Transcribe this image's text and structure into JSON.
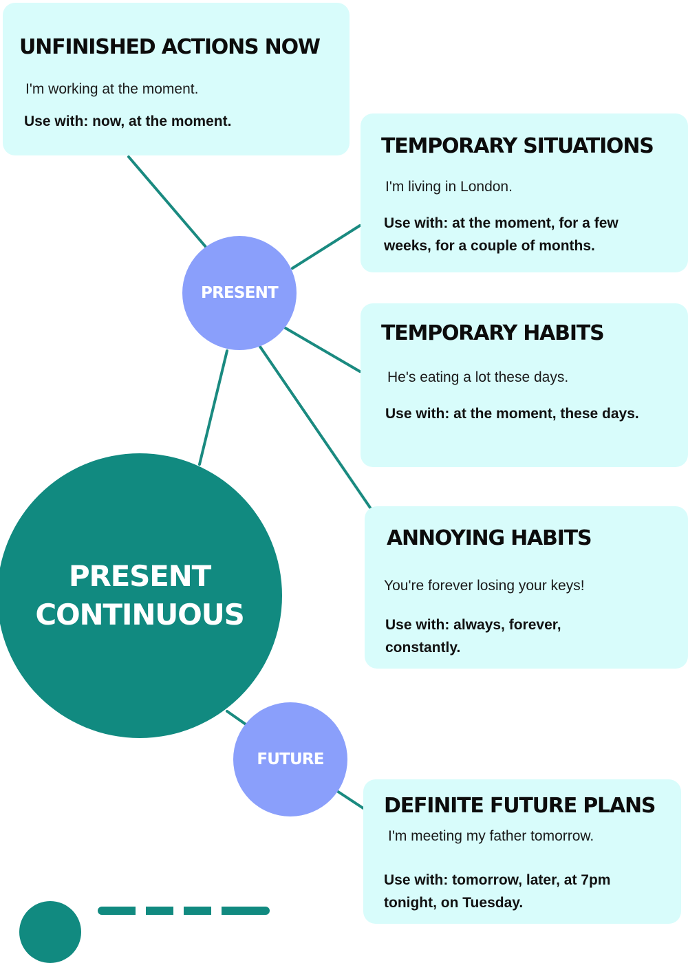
{
  "center": {
    "line1": "PRESENT",
    "line2": "CONTINUOUS"
  },
  "nodes": {
    "present": "PRESENT",
    "future": "FUTURE"
  },
  "cards": [
    {
      "title": "UNFINISHED ACTIONS NOW",
      "example": "I'm working at the moment.",
      "usage": "Use with: now, at the moment."
    },
    {
      "title": "TEMPORARY SITUATIONS",
      "example": "I'm living in London.",
      "usage": "Use with: at the moment, for a few weeks, for a couple of months."
    },
    {
      "title": "TEMPORARY HABITS",
      "example": "He's eating a lot these days.",
      "usage": "Use with: at the moment, these days."
    },
    {
      "title": "ANNOYING HABITS",
      "example": "You're forever losing your keys!",
      "usage": "Use with: always, forever, constantly."
    },
    {
      "title": "DEFINITE FUTURE PLANS",
      "example": "I'm meeting my father tomorrow.",
      "usage": "Use with: tomorrow, later, at 7pm tonight, on Tuesday."
    }
  ],
  "colors": {
    "card_bg": "#d8fcfb",
    "main_node": "#118a80",
    "small_node": "#8a9ffb",
    "connector": "#1a8a80"
  }
}
